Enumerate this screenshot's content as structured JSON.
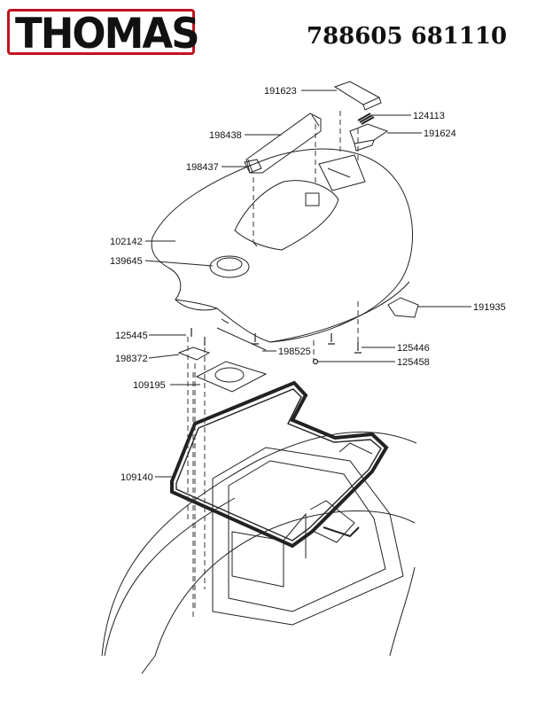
{
  "brand": "THOMAS",
  "model_numbers": "788605 681110",
  "parts": {
    "p191623": "191623",
    "p124113": "124113",
    "p191624": "191624",
    "p198438": "198438",
    "p198437": "198437",
    "p102142": "102142",
    "p139645": "139645",
    "p191935": "191935",
    "p125445": "125445",
    "p198372": "198372",
    "p198525": "198525",
    "p125446": "125446",
    "p125458": "125458",
    "p109195": "109195",
    "p109140": "109140"
  },
  "colors": {
    "logo_border": "#c1121f",
    "ink": "#111111"
  }
}
